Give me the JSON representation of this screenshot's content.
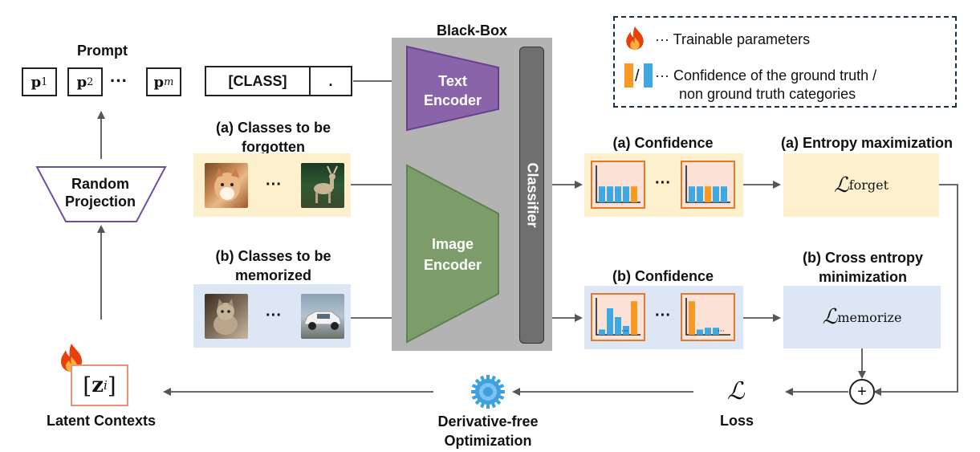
{
  "prompt": {
    "title": "Prompt",
    "tokens": [
      "p",
      "p",
      "p"
    ],
    "subscripts": [
      "1",
      "2",
      "m"
    ],
    "ellipsis": "···",
    "class_token": "[CLASS]",
    "period_token": "."
  },
  "black_box": {
    "title": "Black-Box",
    "text_encoder": "Text Encoder",
    "image_encoder": "Image Encoder",
    "classifier": "Classifier"
  },
  "random_projection": "Random Projection",
  "latent": {
    "symbol": "z",
    "subscript": "i",
    "label": "Latent Contexts"
  },
  "inputs": {
    "forget": {
      "label": "(a) Classes to be forgotten",
      "ellipsis": "···",
      "colors": {
        "bg": "#fdf0cc"
      }
    },
    "memorize": {
      "label": "(b) Classes to be memorized",
      "ellipsis": "···",
      "colors": {
        "bg": "#dde6f5"
      }
    }
  },
  "confidence": {
    "forget_label": "(a) Confidence",
    "memorize_label": "(b) Confidence",
    "ellipsis": "···",
    "forget_chart_1": [
      0.45,
      0.45,
      0.45,
      0.45,
      0.45
    ],
    "forget_chart_2": [
      0.45,
      0.45,
      0.45,
      0.45,
      0.45
    ],
    "memorize_chart_1": [
      0.15,
      0.75,
      0.5,
      0.25,
      0.95
    ],
    "memorize_chart_2": [
      0.95,
      0.15,
      0.2,
      0.2,
      0.0
    ]
  },
  "losses": {
    "forget_title": "(a) Entropy maximization",
    "forget_symbol": "ℒ",
    "forget_subscript": "forget",
    "memorize_title": "(b) Cross entropy minimization",
    "memorize_symbol": "ℒ",
    "memorize_subscript": "memorize",
    "total_symbol": "ℒ",
    "total_label": "Loss",
    "plus": "+"
  },
  "optimizer": {
    "label": "Derivative-free Optimization",
    "icon": "gear-icon"
  },
  "legend": {
    "trainable": "··· Trainable parameters",
    "confidence_line1": "··· Confidence of the ground truth /",
    "confidence_line2": "non ground truth categories",
    "slash": "/"
  },
  "colors": {
    "orange": "#f59a23",
    "blue": "#3fa9df",
    "text_encoder": "#8a64a8",
    "image_encoder": "#7c9d6a",
    "black_box": "#b3b3b3",
    "classifier": "#6f6f6f"
  }
}
